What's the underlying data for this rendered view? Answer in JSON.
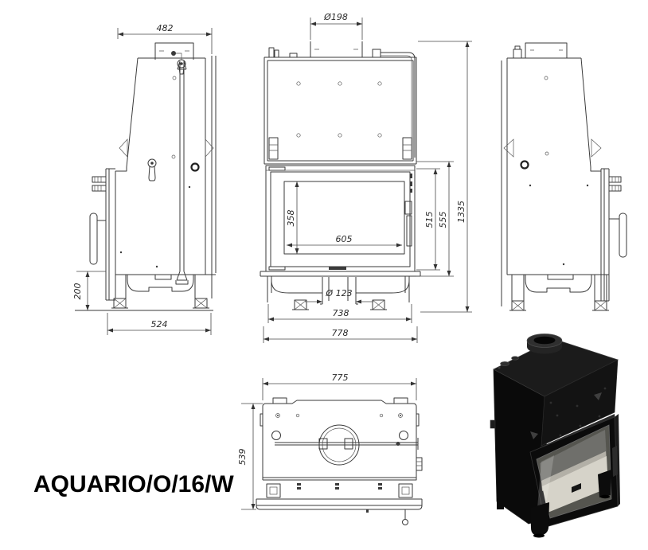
{
  "model_label": "AQUARIO/O/16/W",
  "views": {
    "side_left": {
      "dims": {
        "depth_top": "482",
        "stub_height": "200",
        "depth_bottom": "524"
      }
    },
    "front": {
      "dims": {
        "flue_diameter": "Ø198",
        "glass_height": "358",
        "glass_width": "605",
        "door_height": "515",
        "door_frame_height": "555",
        "total_height": "1335",
        "outlet_diameter": "Ø 123",
        "base_width": "738",
        "total_width": "778"
      }
    },
    "top": {
      "dims": {
        "width": "775",
        "depth": "539"
      }
    }
  },
  "colors": {
    "line": "#3a3a3a",
    "body_render": "#0d0d0d",
    "firebox_interior": "#d6d3c9"
  }
}
